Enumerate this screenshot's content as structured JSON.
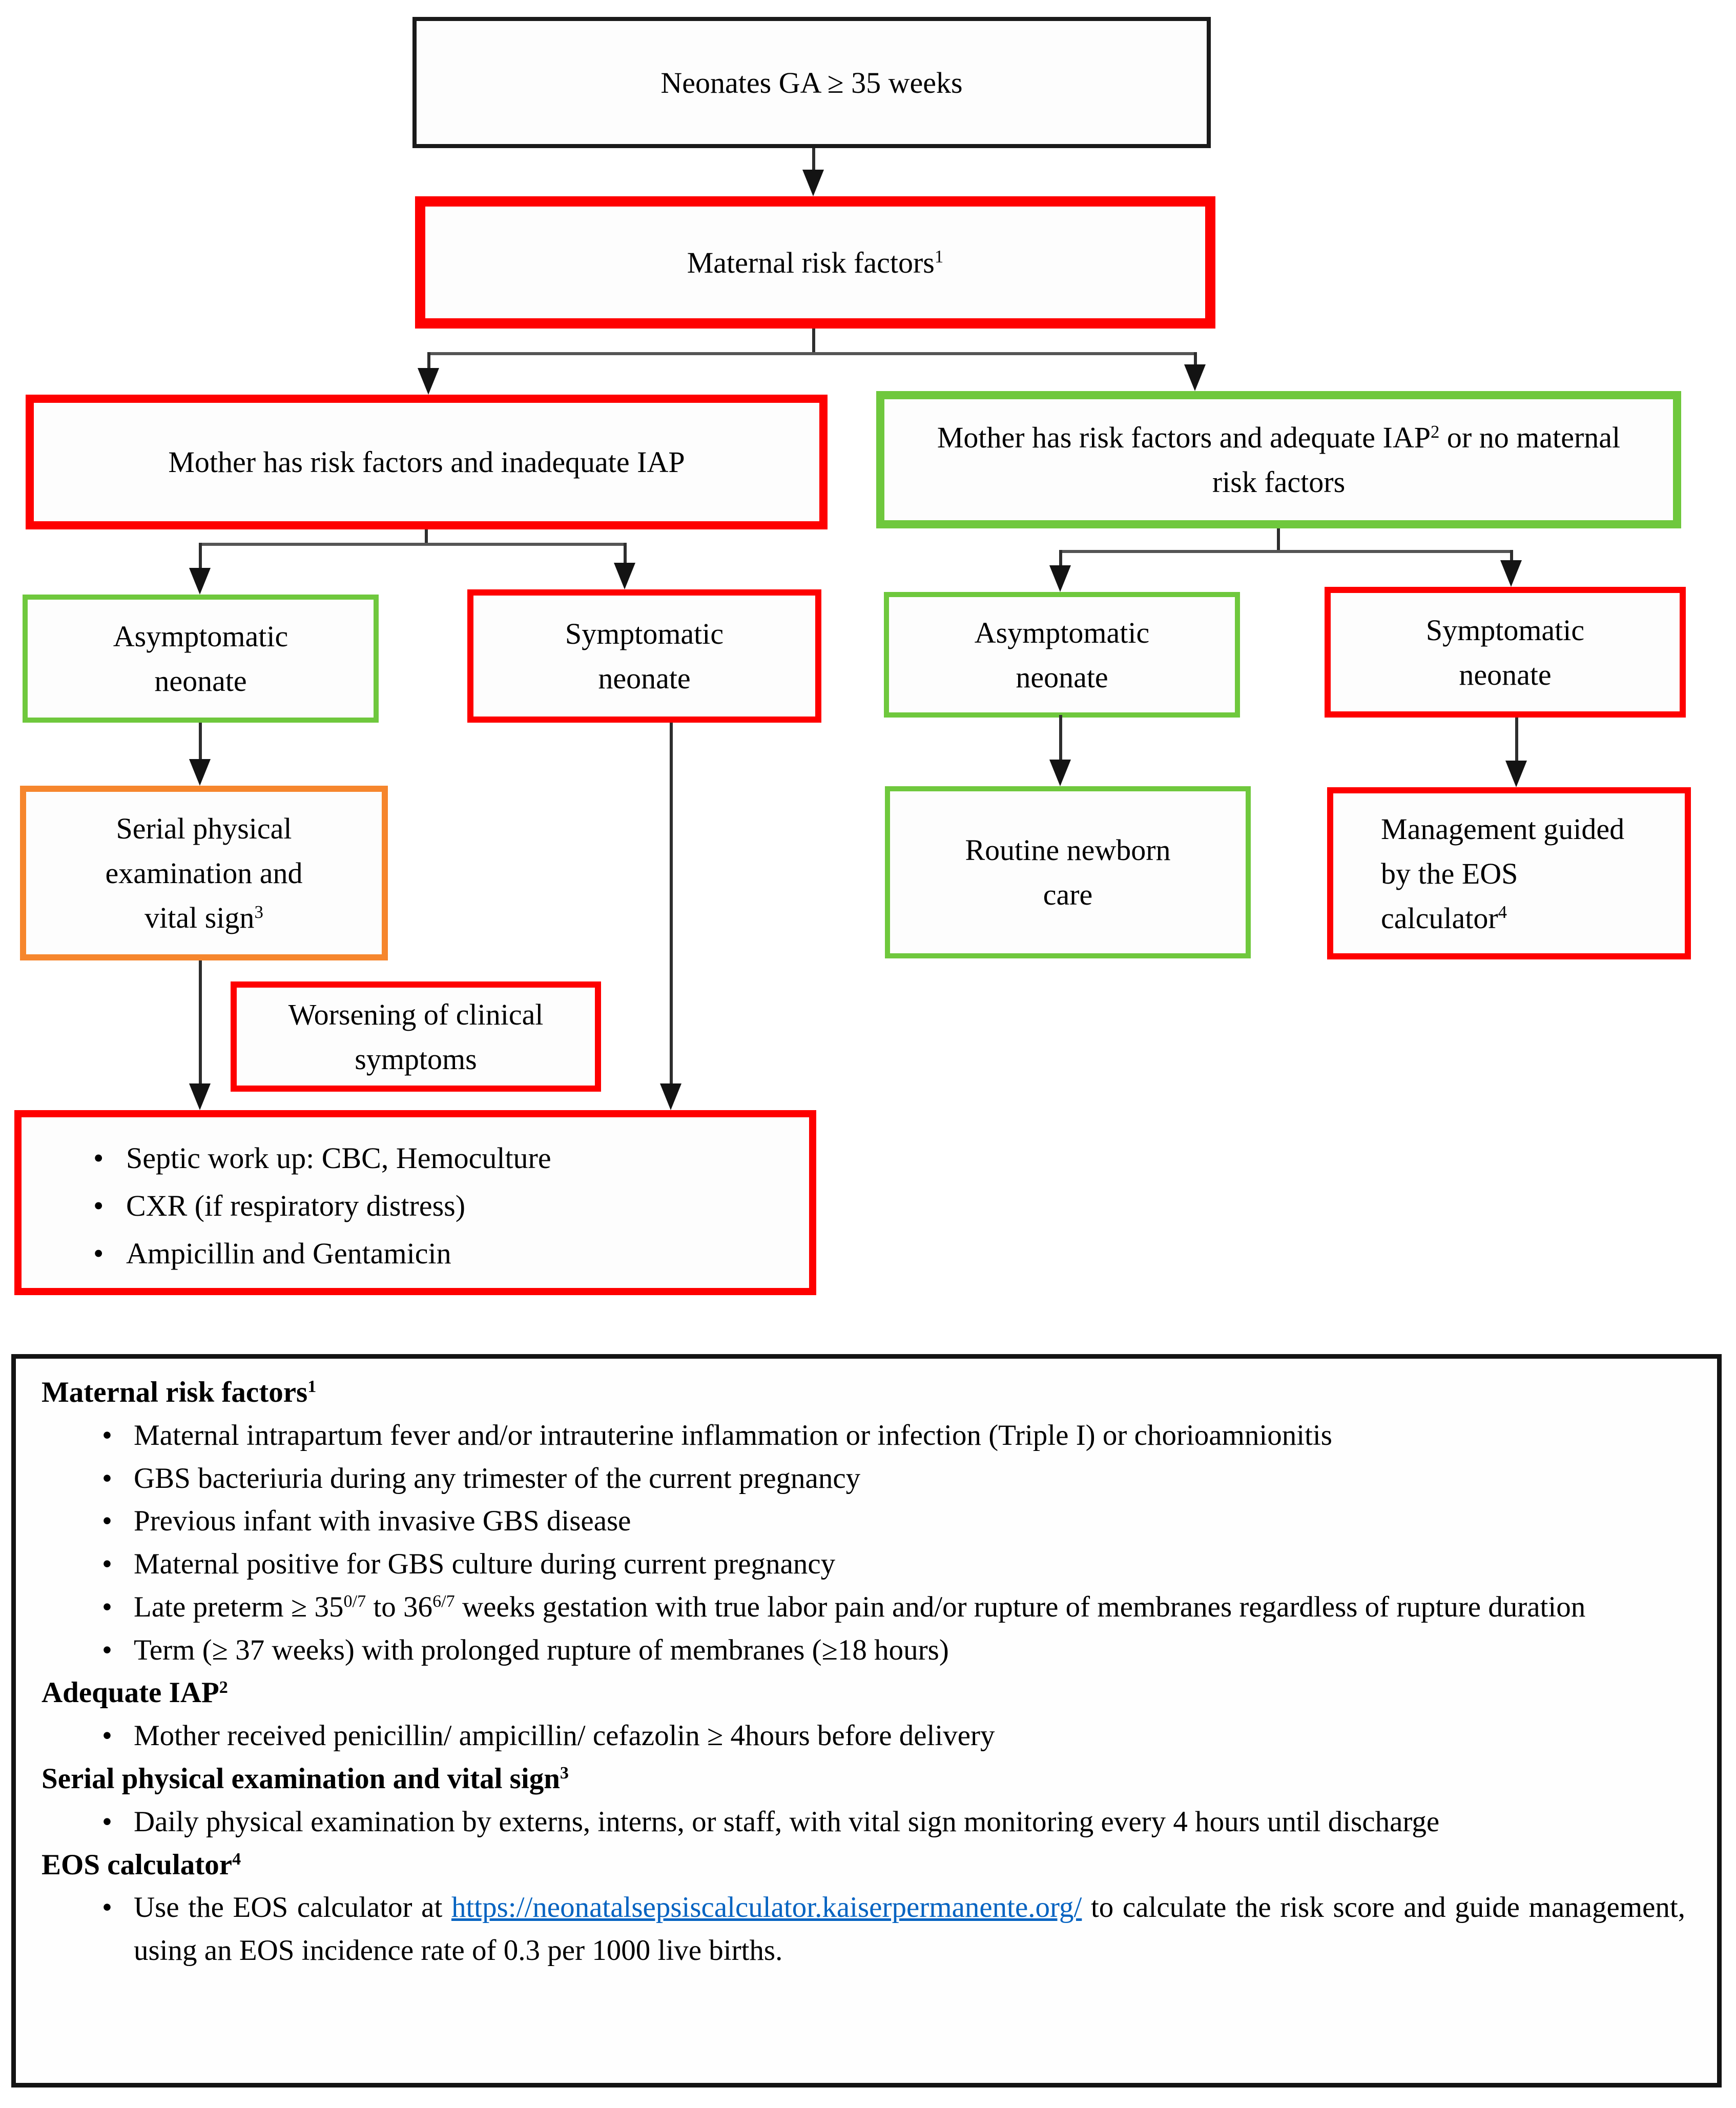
{
  "glyphs": {
    "bullet": "•"
  },
  "colors": {
    "box_red": "#fe0000",
    "box_green": "#6fc83d",
    "box_orange": "#f6862d",
    "box_black": "#1a1a1a",
    "link_blue": "#0563c1"
  },
  "flow": {
    "root": {
      "label": "Neonates GA ≥ 35 weeks"
    },
    "maternal": {
      "p1": "Maternal risk factors",
      "sup": "1"
    },
    "left_branch": {
      "label": "Mother has risk factors and inadequate IAP"
    },
    "right_branch": {
      "p1": "Mother has risk factors and adequate IAP",
      "sup": "2",
      "p2": " or no maternal risk factors"
    },
    "asym_left": {
      "label": "Asymptomatic neonate"
    },
    "sym_left": {
      "label": "Symptomatic neonate"
    },
    "asym_right": {
      "label": "Asymptomatic neonate"
    },
    "sym_right": {
      "label": "Symptomatic neonate"
    },
    "serial": {
      "p1": "Serial physical examination and vital sign",
      "sup": "3"
    },
    "worsening": {
      "label": "Worsening of clinical symptoms"
    },
    "septic": {
      "item1": "Septic work up: CBC, Hemoculture",
      "item2": "CXR (if respiratory distress)",
      "item3": "Ampicillin and Gentamicin"
    },
    "routine": {
      "label": "Routine newborn care"
    },
    "management": {
      "p1": "Management guided by the EOS calculator",
      "sup": "4"
    }
  },
  "footnotes": {
    "mrf": {
      "title": "Maternal risk factors",
      "sup": "1",
      "b1": "Maternal intrapartum fever and/or intrauterine inflammation or infection (Triple I) or chorioamnionitis",
      "b2": "GBS bacteriuria during any trimester of the current pregnancy",
      "b3": "Previous infant with invasive GBS disease",
      "b4": "Maternal positive for GBS culture during current pregnancy",
      "b5": {
        "p1": "Late preterm ≥ 35",
        "s1": "0/7",
        "p2": " to 36",
        "s2": "6/7",
        "p3": " weeks gestation with true labor pain and/or rupture of membranes regardless of rupture duration"
      },
      "b6": "Term (≥ 37 weeks) with prolonged rupture of membranes (≥18 hours)"
    },
    "iap": {
      "title": "Adequate IAP",
      "sup": "2",
      "b1": "Mother received penicillin/ ampicillin/ cefazolin ≥ 4hours before delivery"
    },
    "serial": {
      "title": "Serial physical examination and vital sign",
      "sup": "3",
      "b1": "Daily physical examination by externs, interns, or staff, with vital sign monitoring every 4 hours until discharge"
    },
    "eos": {
      "title": "EOS calculator",
      "sup": "4",
      "b1": {
        "p1": "Use the EOS calculator at ",
        "link_text": "https://neonatalsepsiscalculator.kaiserpermanente.org/",
        "p2": " to calculate the risk score and guide management, using an EOS incidence rate of 0.3 per 1000 live births."
      }
    }
  }
}
